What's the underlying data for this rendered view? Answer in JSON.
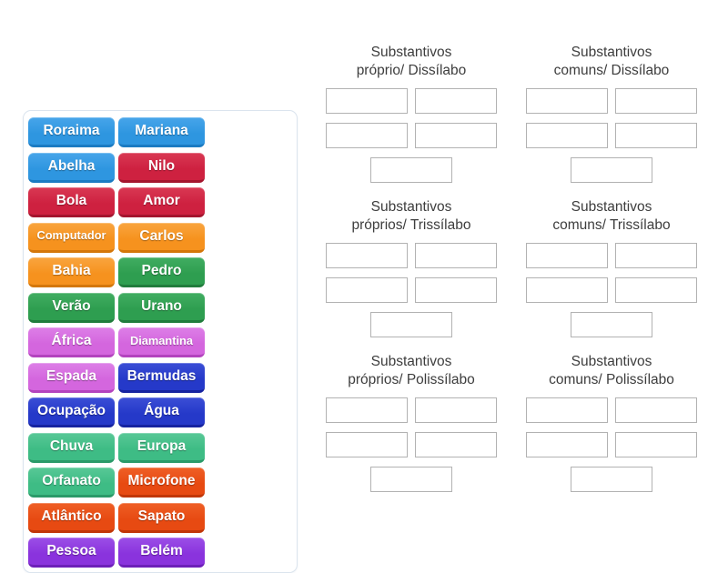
{
  "board": {
    "tiles": [
      {
        "label": "Roraima",
        "color": "blue"
      },
      {
        "label": "Mariana",
        "color": "blue"
      },
      {
        "label": "Abelha",
        "color": "blue"
      },
      {
        "label": "Nilo",
        "color": "crimson"
      },
      {
        "label": "Bola",
        "color": "crimson"
      },
      {
        "label": "Amor",
        "color": "crimson"
      },
      {
        "label": "Computador",
        "color": "orange"
      },
      {
        "label": "Carlos",
        "color": "orange"
      },
      {
        "label": "Bahia",
        "color": "orange"
      },
      {
        "label": "Pedro",
        "color": "green"
      },
      {
        "label": "Verão",
        "color": "green"
      },
      {
        "label": "Urano",
        "color": "green"
      },
      {
        "label": "África",
        "color": "orchid"
      },
      {
        "label": "Diamantina",
        "color": "orchid"
      },
      {
        "label": "Espada",
        "color": "orchid"
      },
      {
        "label": "Bermudas",
        "color": "royal"
      },
      {
        "label": "Ocupação",
        "color": "royal"
      },
      {
        "label": "Água",
        "color": "royal"
      },
      {
        "label": "Chuva",
        "color": "seagreen"
      },
      {
        "label": "Europa",
        "color": "seagreen"
      },
      {
        "label": "Orfanato",
        "color": "seagreen"
      },
      {
        "label": "Microfone",
        "color": "orangered"
      },
      {
        "label": "Atlântico",
        "color": "orangered"
      },
      {
        "label": "Sapato",
        "color": "orangered"
      },
      {
        "label": "Pessoa",
        "color": "purple"
      },
      {
        "label": "Belém",
        "color": "purple"
      }
    ]
  },
  "palette": {
    "blue": {
      "top": "#47A5EA",
      "base": "#2E96E0",
      "edge": "#1B7BC2"
    },
    "crimson": {
      "top": "#D93853",
      "base": "#CE2140",
      "edge": "#A4152E"
    },
    "orange": {
      "top": "#F9A53F",
      "base": "#F6921E",
      "edge": "#D4770A"
    },
    "green": {
      "top": "#41AD62",
      "base": "#2E9E50",
      "edge": "#207C3C"
    },
    "orchid": {
      "top": "#DD7FE7",
      "base": "#D466DE",
      "edge": "#B343BE"
    },
    "royal": {
      "top": "#3B4ED6",
      "base": "#2539C9",
      "edge": "#1623A0"
    },
    "seagreen": {
      "top": "#58C897",
      "base": "#3EBC85",
      "edge": "#2A9A69"
    },
    "orangered": {
      "top": "#EF5F26",
      "base": "#E74A12",
      "edge": "#C13607"
    },
    "purple": {
      "top": "#9B4FE7",
      "base": "#8A33DD",
      "edge": "#6D1FB9"
    }
  },
  "groups": [
    {
      "title_line1": "Substantivos",
      "title_line2": "próprio/ Dissílabo",
      "slot_count": 5
    },
    {
      "title_line1": "Substantivos",
      "title_line2": "comuns/ Dissílabo",
      "slot_count": 5
    },
    {
      "title_line1": "Substantivos",
      "title_line2": "próprios/ Trissílabo",
      "slot_count": 5
    },
    {
      "title_line1": "Substantivos",
      "title_line2": "comuns/ Trissílabo",
      "slot_count": 5
    },
    {
      "title_line1": "Substantivos",
      "title_line2": "próprios/ Polissílabo",
      "slot_count": 5
    },
    {
      "title_line1": "Substantivos",
      "title_line2": "comuns/ Polissílabo",
      "slot_count": 5
    }
  ]
}
